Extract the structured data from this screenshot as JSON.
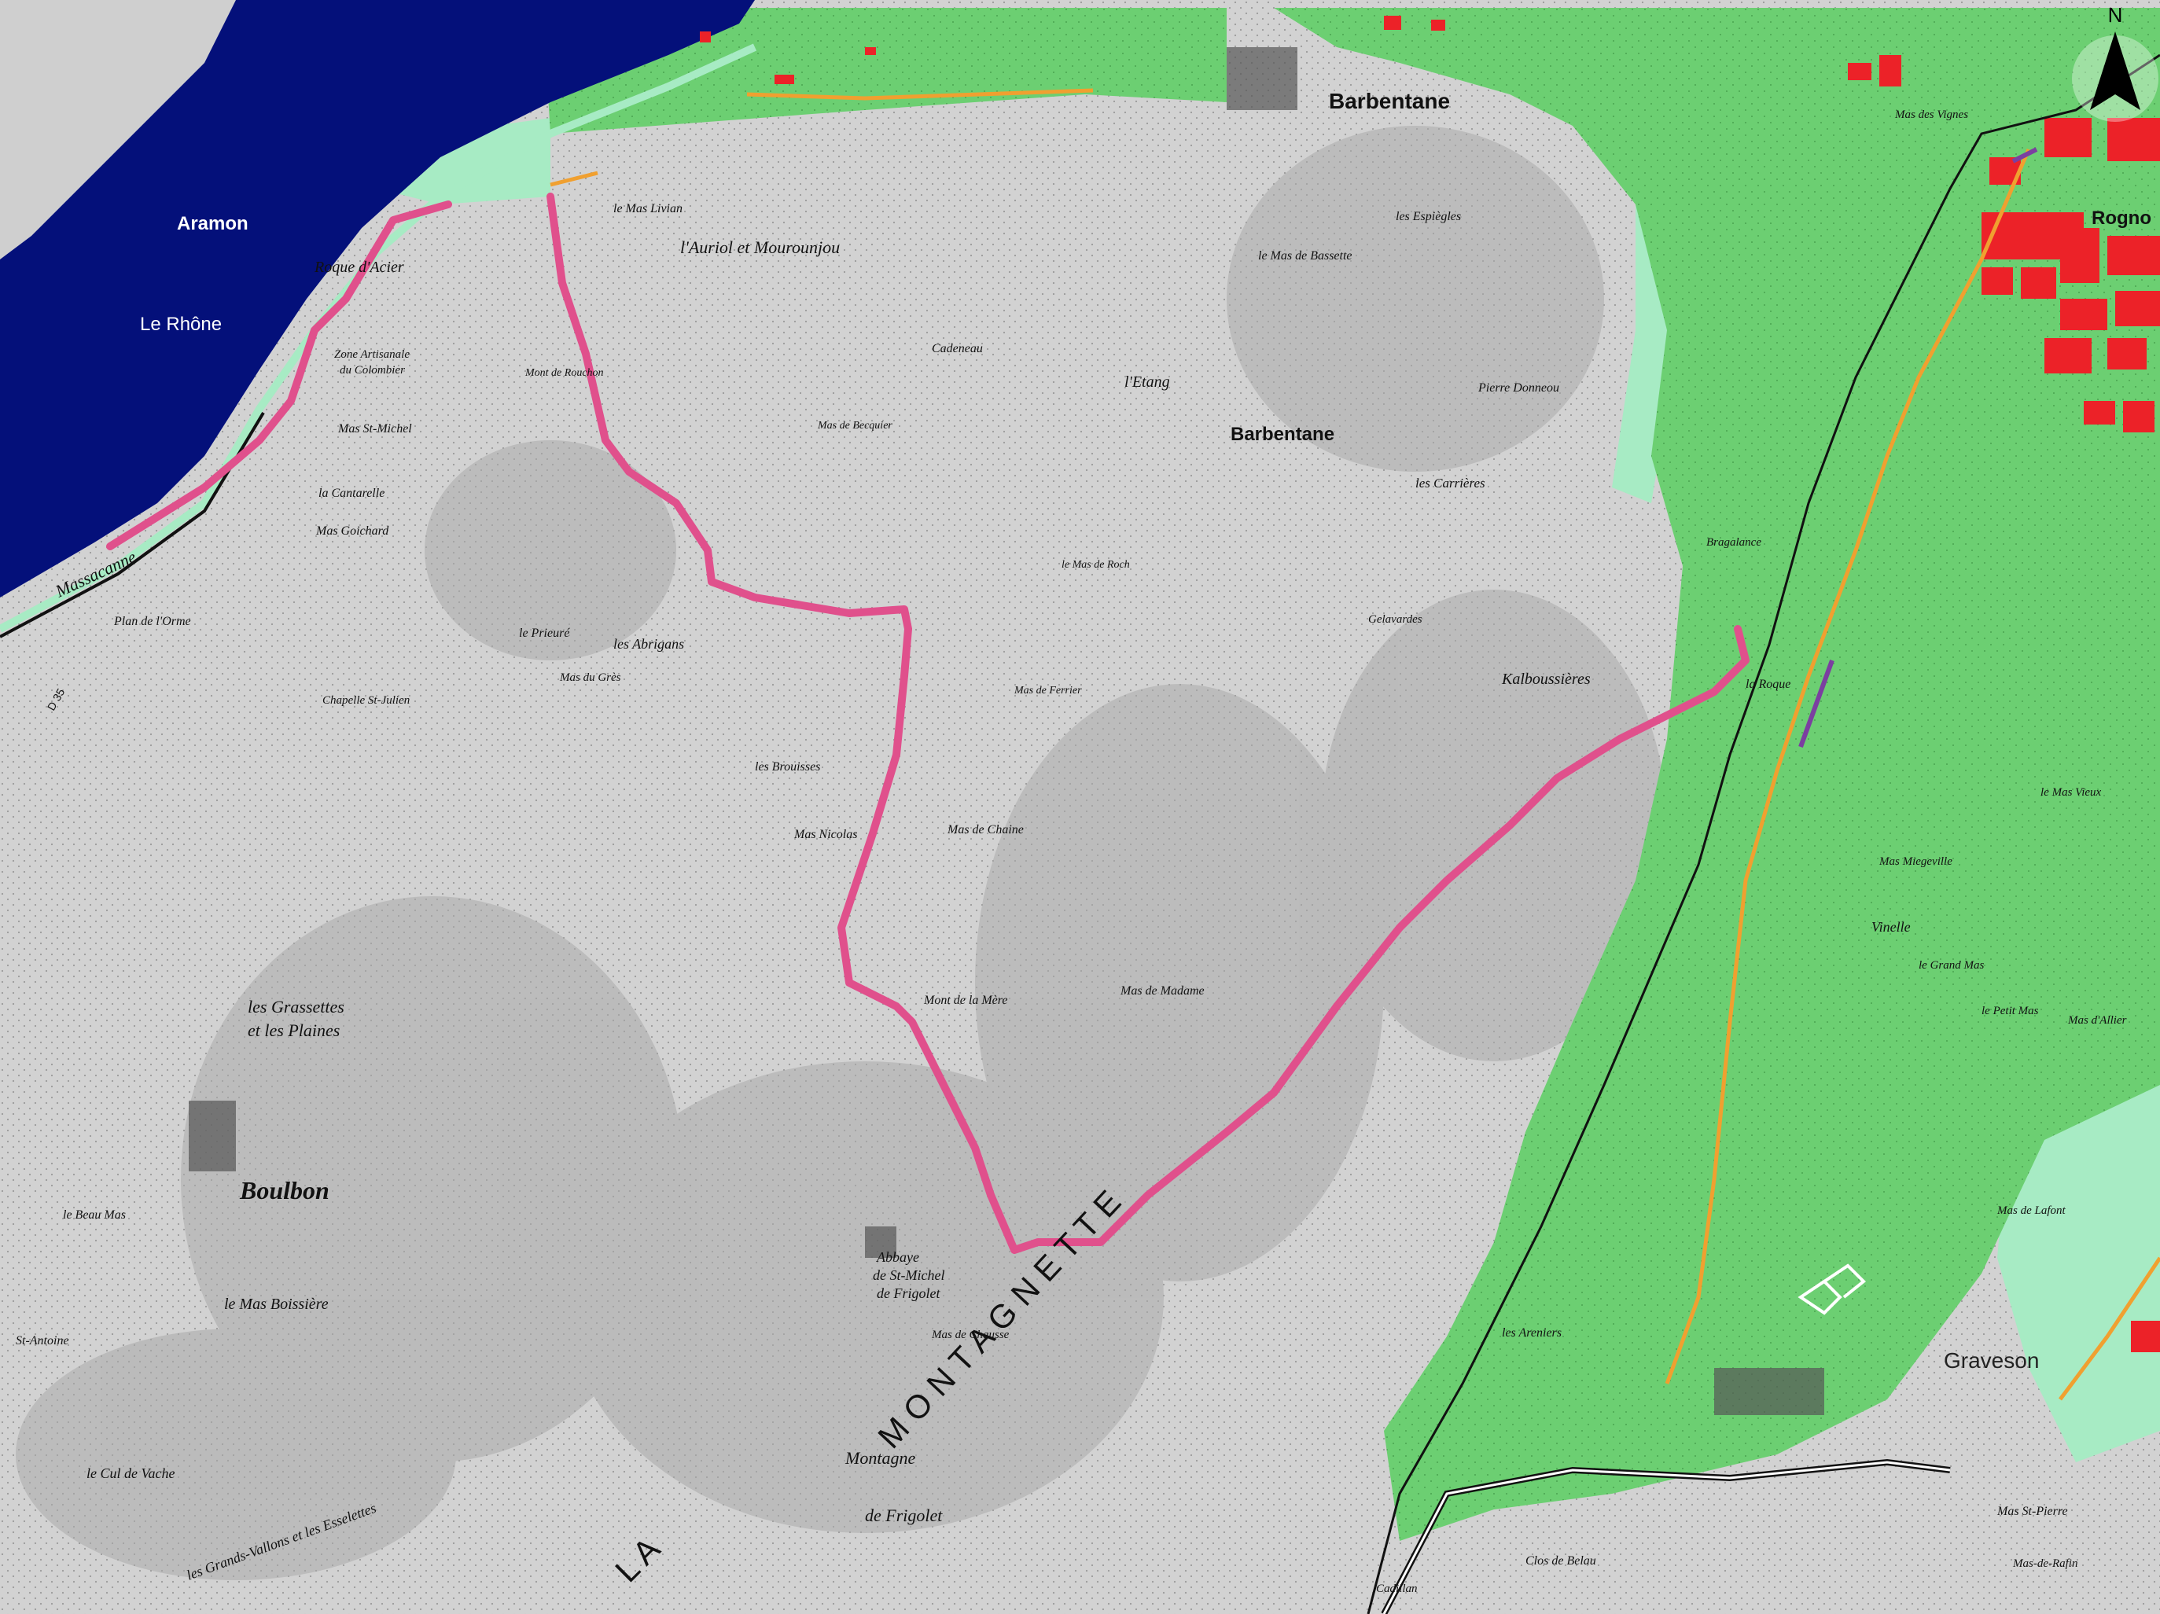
{
  "colors": {
    "relief_gray": "#cfcfcf",
    "zone_green": "#6ccf72",
    "zone_light_green": "#a7ebc4",
    "river_blue": "#04107a",
    "boundary_pink": "#e0508c",
    "orange_line": "#f0a030",
    "purple_line": "#7b3fa0",
    "building_red": "#ec2228",
    "road_black": "#111111"
  },
  "icons": {
    "north_arrow": "north-arrow-icon"
  },
  "compass": {
    "letter": "N"
  },
  "labels": {
    "aramon": "Aramon",
    "le_rhone": "Le Rhône",
    "barbentane_top": "Barbentane",
    "barbentane_mid": "Barbentane",
    "rognonas": "Rogno",
    "boulbon": "Boulbon",
    "graveson": "Graveson",
    "roque_dacier": "Roque d'Acier",
    "zone_artisanale": "Zone Artisanale",
    "du_colombier": "du Colombier",
    "mas_st_michel": "Mas St-Michel",
    "la_cantarelle": "la Cantarelle",
    "mas_goichard": "Mas Goichard",
    "les_abrigans": "les Abrigans",
    "le_prieure": "le Prieuré",
    "mas_du_gres": "Mas du Grès",
    "chapelle_st_julien": "Chapelle St-Julien",
    "les_brouisses": "les Brouisses",
    "mas_nicolas": "Mas Nicolas",
    "mas_de_chaine": "Mas de Chaine",
    "mont_de_la_mere": "Mont de la Mère",
    "mas_de_madame": "Mas de Madame",
    "mas_de_ferrier": "Mas de Ferrier",
    "le_mas_de_roch": "le Mas de Roch",
    "les_carrieres": "les Carrières",
    "kalboussieres": "Kalboussières",
    "gelavardes": "Gelavardes",
    "la_roque": "la Roque",
    "mas_livian": "le Mas Livian",
    "lauriol": "l'Auriol et Mourounjou",
    "mas_de_becquier": "Mas de Becquier",
    "mont_de_rouchon": "Mont de Rouchon",
    "cadeneau": "Cadeneau",
    "letang": "l'Etang",
    "le_mas_de_bassette": "le Mas de Bassette",
    "les_espiegles": "les Espiègles",
    "pierre_donneou": "Pierre Donneou",
    "les_grassettes": "les Grassettes",
    "et_les_plaines": "et les Plaines",
    "abbaye": "Abbaye",
    "de_st_michel": "de St-Michel",
    "de_frigolet": "de Frigolet",
    "mas_de_chausse": "Mas de Chausse",
    "le_beau_mas": "le Beau Mas",
    "le_mas_boissiere": "le Mas Boissière",
    "st_antoine": "St-Antoine",
    "montagnette": "M O N T A G N E T T E",
    "la": "L A",
    "montagne": "Montagne",
    "de_frigolet_b": "de Frigolet",
    "mas_des_vignes": "Mas des Vignes",
    "mas_miegeville": "Mas Miegeville",
    "le_grand_mas": "le Grand Mas",
    "le_petit_mas": "le Petit Mas",
    "mas_dallier": "Mas d'Allier",
    "mas_de_lafont": "Mas de Lafont",
    "vinelle": "Vinelle",
    "le_mas_vieux": "le Mas Vieux",
    "bragalance": "Bragalance",
    "mas_st_pierre": "Mas St-Pierre",
    "mas_de_rafin": "Mas-de-Rafin",
    "les_areniers": "les Areniers",
    "clos_de_belau": "Clos de Belau",
    "cadillan": "Cadillan",
    "le_cul_de_vache": "le Cul de Vache",
    "les_grands_vallons": "les Grands-Vallons et les Esselettes",
    "plan_de_lorme": "Plan de l'Orme",
    "massacanne": "Massacanne",
    "d35": "D 35"
  }
}
